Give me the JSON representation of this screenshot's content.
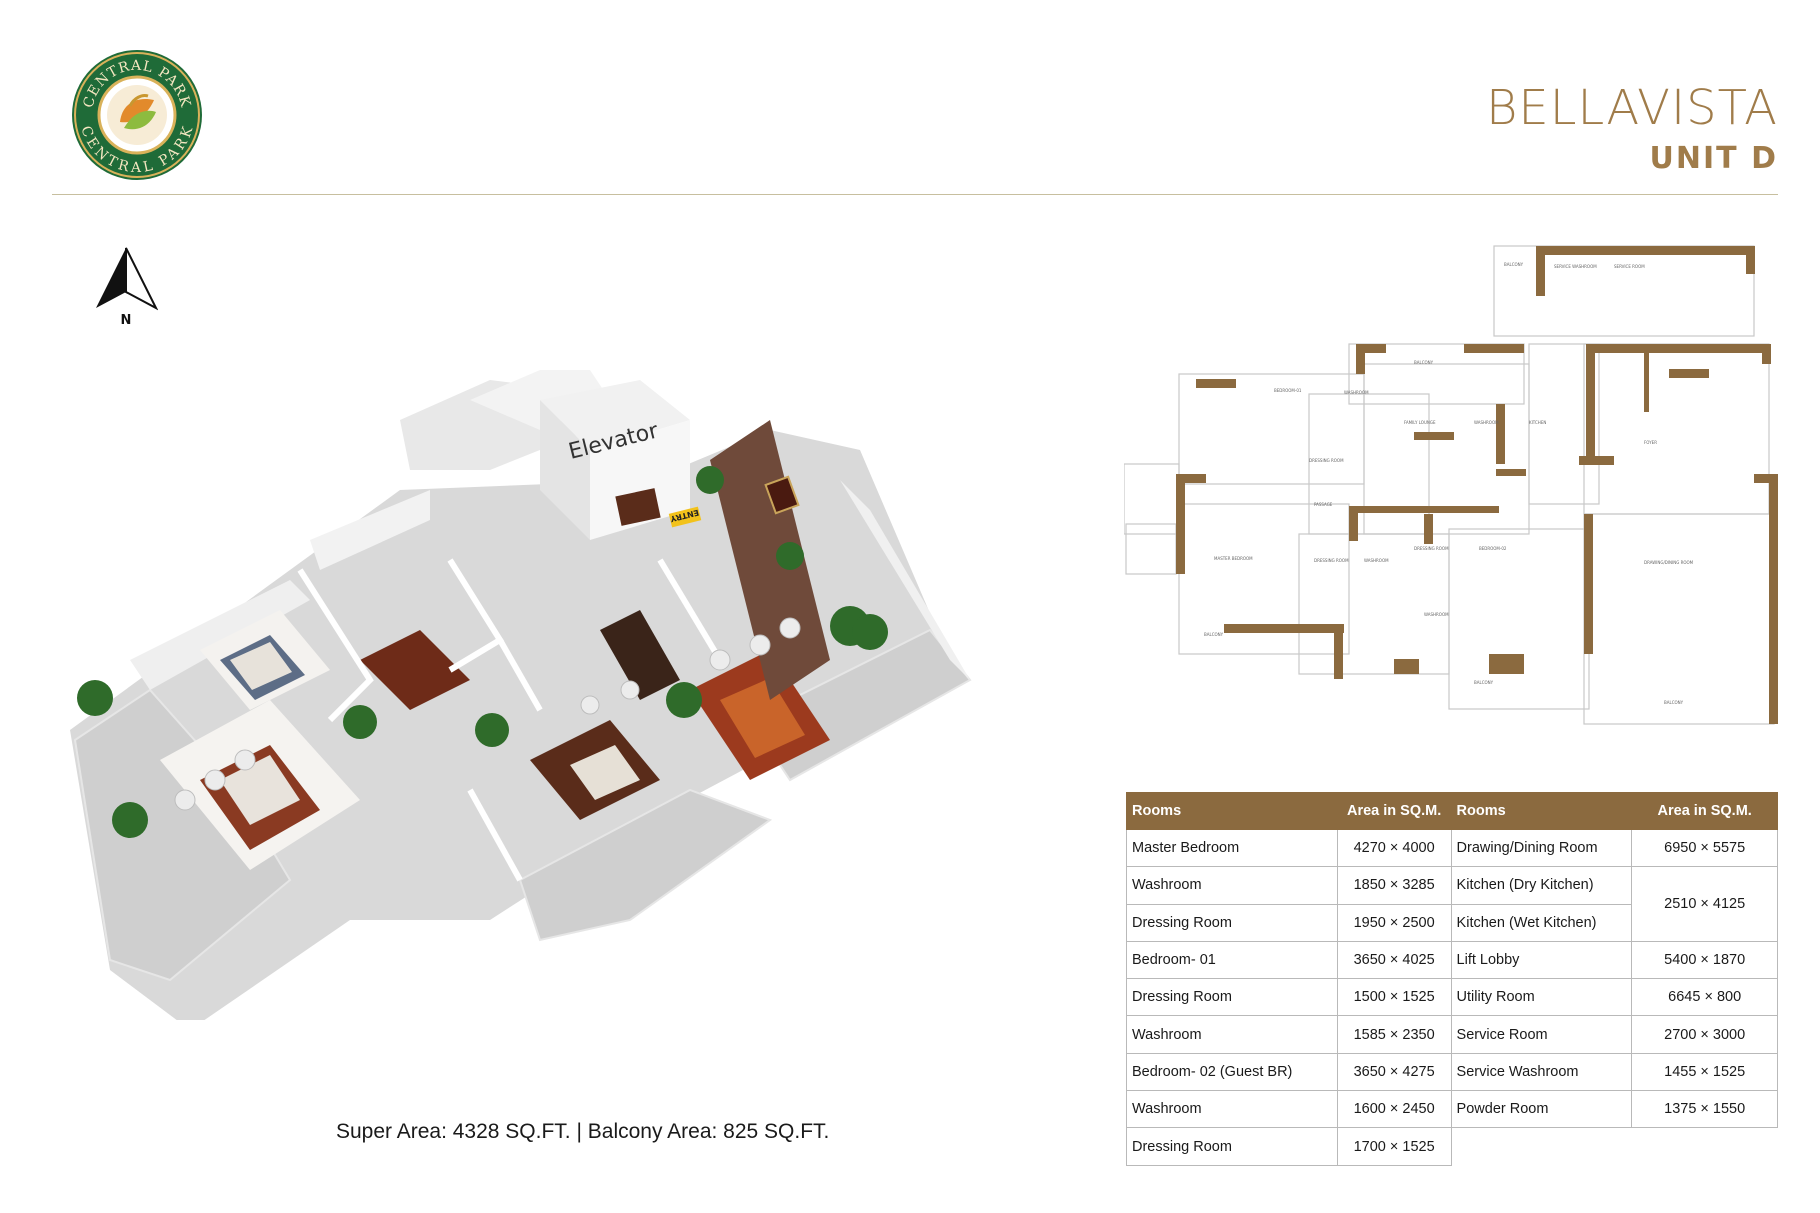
{
  "brand": {
    "logo_text": "CENTRAL PARK",
    "icon": "central-park-leaf-logo"
  },
  "header": {
    "title": "BELLAVISTA",
    "subtitle": "UNIT D"
  },
  "north_label": "N",
  "plan3d": {
    "elevator_label": "Elevator",
    "entry_label": "ENTRY"
  },
  "area_summary": "Super Area: 4328 SQ.FT. | Balcony Area: 825 SQ.FT.",
  "table": {
    "headers": [
      "Rooms",
      "Area in SQ.M.",
      "Rooms",
      "Area in SQ.M."
    ],
    "left": [
      {
        "room": "Master Bedroom",
        "area": "4270 × 4000"
      },
      {
        "room": "Washroom",
        "area": "1850 × 3285"
      },
      {
        "room": "Dressing Room",
        "area": "1950 × 2500"
      },
      {
        "room": "Bedroom- 01",
        "area": "3650 × 4025"
      },
      {
        "room": "Dressing Room",
        "area": "1500 × 1525"
      },
      {
        "room": "Washroom",
        "area": "1585 × 2350"
      },
      {
        "room": "Bedroom- 02 (Guest BR)",
        "area": "3650 × 4275"
      },
      {
        "room": "Washroom",
        "area": "1600 × 2450"
      },
      {
        "room": "Dressing Room",
        "area": "1700 × 1525"
      }
    ],
    "right": [
      {
        "room": "Drawing/Dining Room",
        "area": "6950 × 5575"
      },
      {
        "room": "Kitchen (Dry Kitchen)",
        "area": "2510 × 4125"
      },
      {
        "room": "Kitchen (Wet Kitchen)",
        "area": ""
      },
      {
        "room": "Lift Lobby",
        "area": "5400 × 1870"
      },
      {
        "room": "Utility Room",
        "area": "6645 × 800"
      },
      {
        "room": "Service Room",
        "area": "2700 × 3000"
      },
      {
        "room": "Service Washroom",
        "area": "1455 × 1525"
      },
      {
        "room": "Powder Room",
        "area": "1375 × 1550"
      }
    ]
  },
  "colors": {
    "accent_gold": "#a07c4a",
    "table_header": "#8b6a3f",
    "wall_brown": "#8b6a3f",
    "logo_green": "#1f6b38"
  }
}
